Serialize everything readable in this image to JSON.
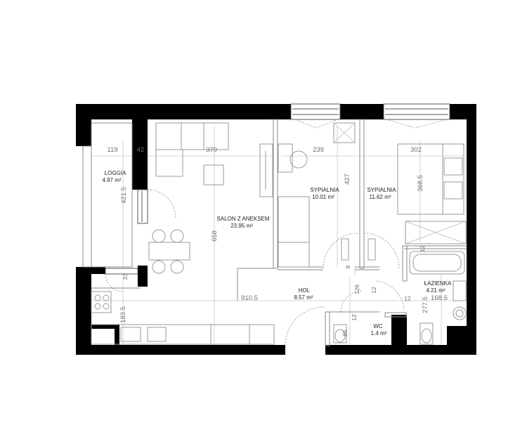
{
  "rooms": {
    "loggia": {
      "name": "LOGGIA",
      "area": "4.97 m²"
    },
    "salon": {
      "name": "SALON Z ANEKSEM",
      "area": "23.95 m²"
    },
    "sypialnia1": {
      "name": "SYPIALNIA",
      "area": "10.01 m²"
    },
    "sypialnia2": {
      "name": "SYPIALNIA",
      "area": "11.62 m²"
    },
    "hol": {
      "name": "HOL",
      "area": "8.57 m²"
    },
    "lazienka": {
      "name": "ŁAZIENKA",
      "area": "4.21 m²"
    },
    "wc": {
      "name": "WC",
      "area": "1.4 m²"
    }
  },
  "dimensions": {
    "d119": "119",
    "d42": "42",
    "d370": "370",
    "d239": "239",
    "d302": "302",
    "d421_5": "421.5",
    "d658": "658",
    "d427": "427",
    "d368_5": "368.5",
    "d910_5": "910.5",
    "d183_5": "183.5",
    "d126": "126",
    "d85": "85",
    "d12a": "12",
    "d12b": "12",
    "d12c": "12",
    "d12d": "12",
    "d8": "8",
    "d33": "33",
    "d277_5": "277.5",
    "d168_5": "168.5"
  }
}
